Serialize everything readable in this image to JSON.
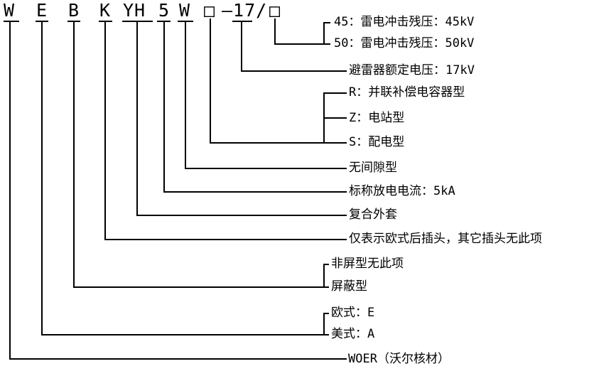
{
  "title": "WEBKYH5W type designation explanation",
  "colors": {
    "foreground": "#000000",
    "background": "#ffffff"
  },
  "code": {
    "tokens": [
      "W",
      "E",
      "B",
      "K",
      "YH",
      "5",
      "W",
      "□",
      "—17/",
      "□"
    ]
  },
  "labels": [
    {
      "id": "residual-45",
      "text": "45：雷电冲击残压：45kV"
    },
    {
      "id": "residual-50",
      "text": "50：雷电冲击残压：50kV"
    },
    {
      "id": "rated-voltage",
      "text": "避雷器额定电压：17kV"
    },
    {
      "id": "type-r",
      "text": "R：并联补偿电容器型"
    },
    {
      "id": "type-z",
      "text": "Z：电站型"
    },
    {
      "id": "type-s",
      "text": "S：配电型"
    },
    {
      "id": "gapless",
      "text": "无间隙型"
    },
    {
      "id": "discharge-current",
      "text": "标称放电电流：5kA"
    },
    {
      "id": "composite-housing",
      "text": "复合外套"
    },
    {
      "id": "euro-rear-plug",
      "text": "仅表示欧式后插头，其它插头无此项"
    },
    {
      "id": "non-shielded",
      "text": "非屏型无此项"
    },
    {
      "id": "shielded",
      "text": "屏蔽型"
    },
    {
      "id": "euro-e",
      "text": "欧式：E"
    },
    {
      "id": "american-a",
      "text": "美式：A"
    },
    {
      "id": "manufacturer",
      "text": "WOER（沃尔核材）"
    }
  ]
}
